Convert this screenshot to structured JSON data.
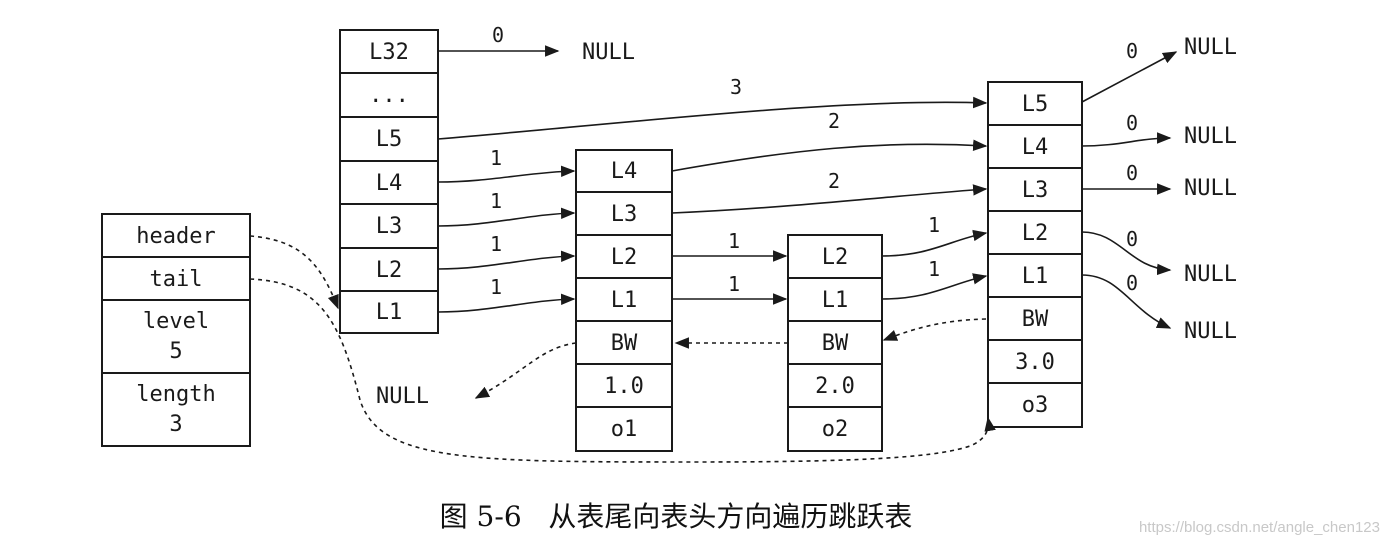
{
  "list": {
    "header": "header",
    "tail": "tail",
    "level_label": "level",
    "level_value": "5",
    "length_label": "length",
    "length_value": "3"
  },
  "head_node": {
    "levels": [
      "L32",
      "...",
      "L5",
      "L4",
      "L3",
      "L2",
      "L1"
    ]
  },
  "nodes": [
    {
      "levels": [
        "L4",
        "L3",
        "L2",
        "L1"
      ],
      "backward": "BW",
      "score": "1.0",
      "obj": "o1"
    },
    {
      "levels": [
        "L2",
        "L1"
      ],
      "backward": "BW",
      "score": "2.0",
      "obj": "o2"
    },
    {
      "levels": [
        "L5",
        "L4",
        "L3",
        "L2",
        "L1"
      ],
      "backward": "BW",
      "score": "3.0",
      "obj": "o3"
    }
  ],
  "null_text": "NULL",
  "spans": {
    "head_L32": "0",
    "head_L5": "3",
    "head_L4": "1",
    "head_L3": "1",
    "head_L2": "1",
    "head_L1": "1",
    "o1_L4": "2",
    "o1_L3": "2",
    "o1_L2": "1",
    "o1_L1": "1",
    "o2_L2": "1",
    "o2_L1": "1",
    "o3_L5": "0",
    "o3_L4": "0",
    "o3_L3": "0",
    "o3_L2": "0",
    "o3_L1": "0"
  },
  "caption": "图 5-6   从表尾向表头方向遍历跳跃表",
  "watermark": "https://blog.csdn.net/angle_chen123"
}
